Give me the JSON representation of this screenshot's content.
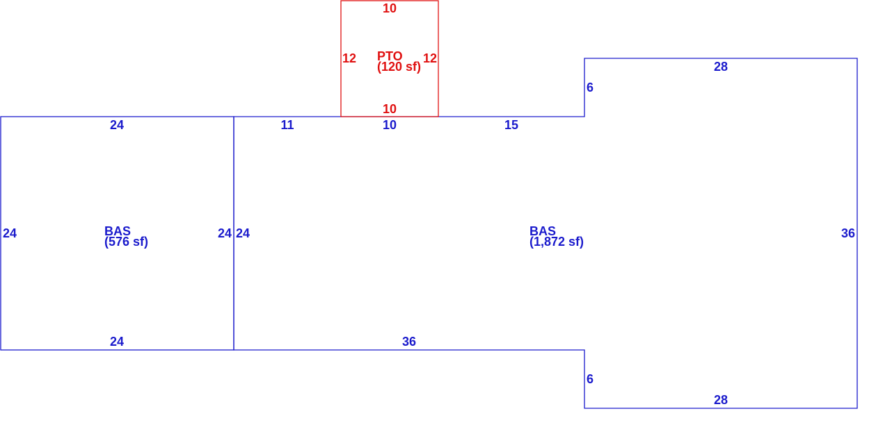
{
  "colors": {
    "living": "#1a1acc",
    "patio": "#e01010",
    "background": "#ffffff"
  },
  "areas": {
    "bas_left": {
      "code": "BAS",
      "area": "(576 sf)",
      "top": "24",
      "bottom": "24",
      "left": "24",
      "right": "24"
    },
    "bas_main": {
      "code": "BAS",
      "area": "(1,872 sf)",
      "top_seg1": "11",
      "top_seg2": "10",
      "top_seg3": "15",
      "left": "24",
      "bottom": "36",
      "upper_step": "6",
      "upper_top": "28",
      "right": "36",
      "lower_step": "6",
      "lower_bottom": "28"
    },
    "pto": {
      "code": "PTO",
      "area": "(120 sf)",
      "top": "10",
      "bottom": "10",
      "left": "12",
      "right": "12"
    }
  }
}
